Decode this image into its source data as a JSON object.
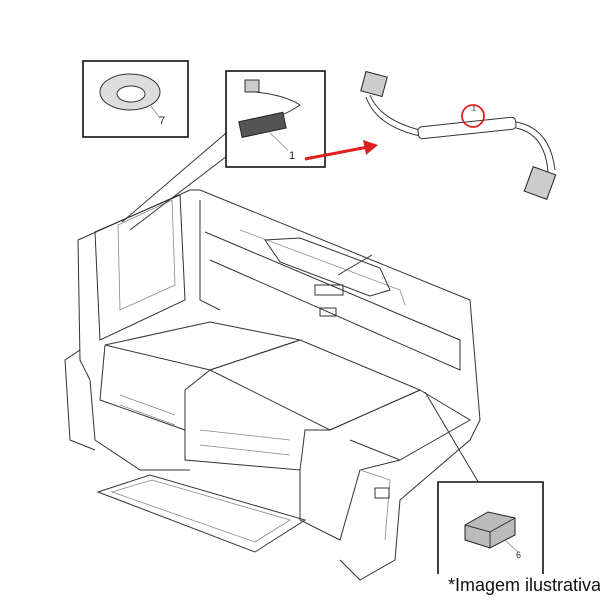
{
  "callouts": {
    "part_7": "7",
    "part_1": "1",
    "harness_label": "1",
    "part_6": "6"
  },
  "caption": "*Imagem ilustrativa",
  "colors": {
    "arrow": "#e02020",
    "highlight_circle": "#e02020",
    "line": "#333333"
  }
}
